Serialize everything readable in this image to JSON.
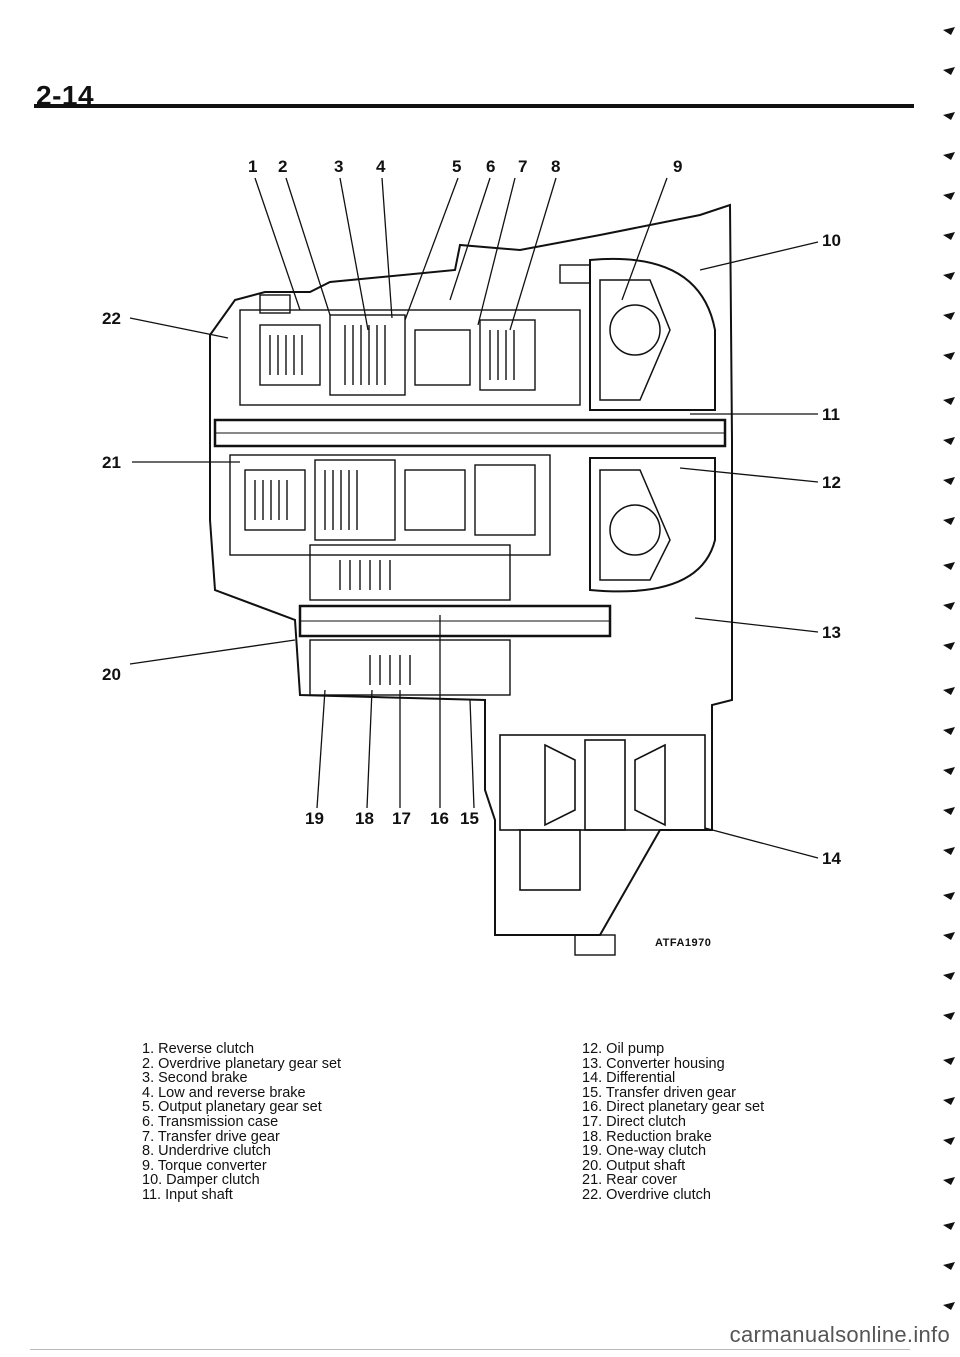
{
  "page": {
    "number": "2-14"
  },
  "figure": {
    "code": "ATFA1970",
    "callouts": [
      "1",
      "2",
      "3",
      "4",
      "5",
      "6",
      "7",
      "8",
      "9",
      "10",
      "11",
      "12",
      "13",
      "14",
      "15",
      "16",
      "17",
      "18",
      "19",
      "20",
      "21",
      "22"
    ]
  },
  "legend": {
    "left": [
      "1. Reverse clutch",
      "2. Overdrive planetary gear set",
      "3. Second brake",
      "4. Low and reverse brake",
      "5. Output planetary gear set",
      "6. Transmission case",
      "7. Transfer drive gear",
      "8. Underdrive clutch",
      "9. Torque converter",
      "10. Damper clutch",
      "11. Input shaft"
    ],
    "right": [
      "12. Oil pump",
      "13. Converter housing",
      "14. Differential",
      "15. Transfer driven gear",
      "16. Direct planetary gear set",
      "17. Direct clutch",
      "18. Reduction brake",
      "19. One-way clutch",
      "20. Output shaft",
      "21. Rear cover",
      "22. Overdrive clutch"
    ]
  },
  "watermark": "carmanualsonline.info"
}
